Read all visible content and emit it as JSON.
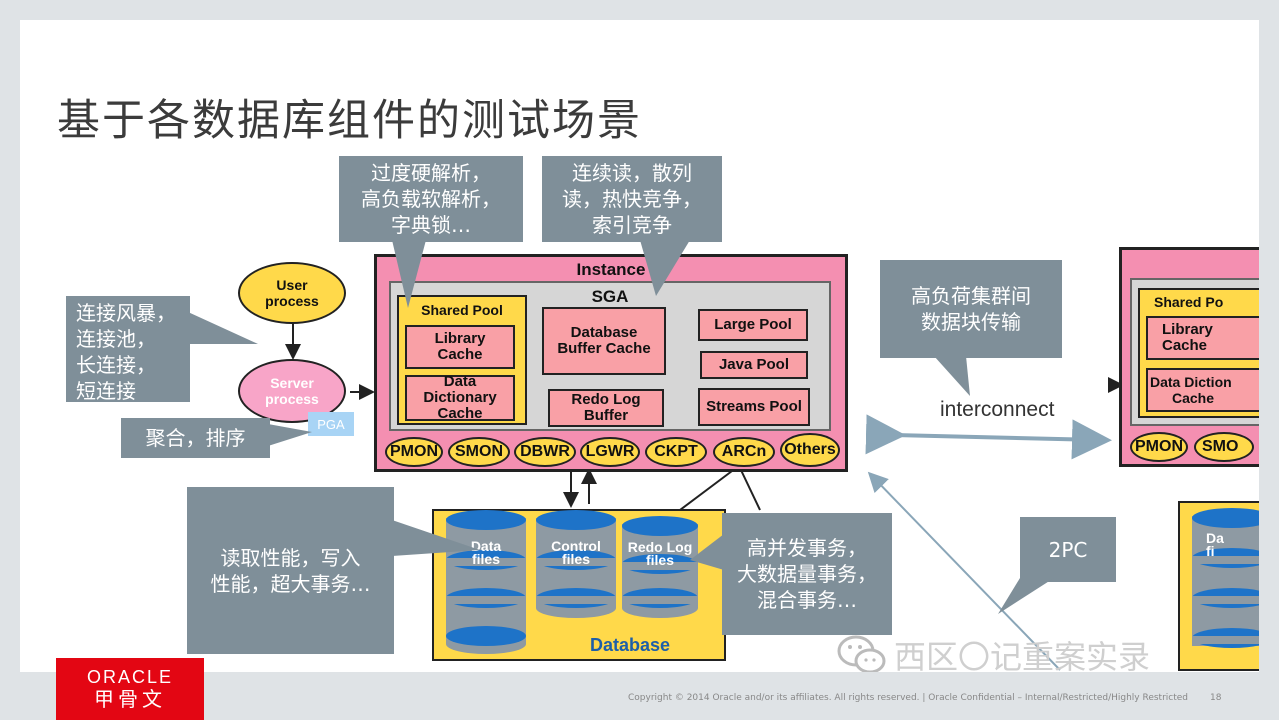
{
  "title": "基于各数据库组件的测试场景",
  "callouts": {
    "parse_l1": "过度硬解析，",
    "parse_l2": "高负载软解析，",
    "parse_l3": "字典锁…",
    "read_l1": "连续读，散列",
    "read_l2": "读，热快竞争，",
    "read_l3": "索引竞争",
    "conn_l1": "连接风暴，",
    "conn_l2": "连接池，",
    "conn_l3": "长连接，",
    "conn_l4": "短连接",
    "agg": "聚合，排序",
    "cluster_l1": "高负荷集群间",
    "cluster_l2": "数据块传输",
    "io_l1": "读取性能，写入",
    "io_l2": "性能，超大事务…",
    "tx_l1": "高并发事务，",
    "tx_l2": "大数据量事务，",
    "tx_l3": "混合事务…",
    "twopc": "2PC"
  },
  "diagram": {
    "instance": "Instance",
    "sga": "SGA",
    "shared_pool": "Shared Pool",
    "library_cache_l1": "Library",
    "library_cache_l2": "Cache",
    "data_dict_l1": "Data Dictionary",
    "data_dict_l2": "Cache",
    "db_buffer_l1": "Database",
    "db_buffer_l2": "Buffer Cache",
    "redo_buffer_l1": "Redo Log",
    "redo_buffer_l2": "Buffer",
    "large_pool": "Large Pool",
    "java_pool": "Java Pool",
    "streams_pool": "Streams Pool",
    "processes": [
      "PMON",
      "SMON",
      "DBWR",
      "LGWR",
      "CKPT",
      "ARCn",
      "Others"
    ],
    "user_process_l1": "User",
    "user_process_l2": "process",
    "server_process_l1": "Server",
    "server_process_l2": "process",
    "pga": "PGA",
    "database": "Database",
    "data_files_l1": "Data",
    "data_files_l2": "files",
    "control_files_l1": "Control",
    "control_files_l2": "files",
    "redo_files_l1": "Redo Log",
    "redo_files_l2": "files",
    "interconnect": "interconnect",
    "right_shared_pool": "Shared Po",
    "right_library_l1": "Library",
    "right_library_l2": "Cache",
    "right_dict_l1": "Data Diction",
    "right_dict_l2": "Cache",
    "right_pmon": "PMON",
    "right_smon": "SMO",
    "right_data_l1": "Da",
    "right_data_l2": "fi"
  },
  "footer": {
    "logo_l1": "ORACLE",
    "logo_l2": "甲骨文",
    "copyright": "Copyright © 2014 Oracle and/or its affiliates. All rights reserved.  |  Oracle Confidential – Internal/Restricted/Highly Restricted",
    "page": "18",
    "watermark": "西区〇记重案实录"
  },
  "colors": {
    "callout": "#7f8f99",
    "instance_pink": "#f48fb1",
    "process_yellow": "#ffd94a",
    "component_pink": "#f9a0a6",
    "disk_blue": "#1e73c8",
    "oracle_red": "#e30613"
  }
}
